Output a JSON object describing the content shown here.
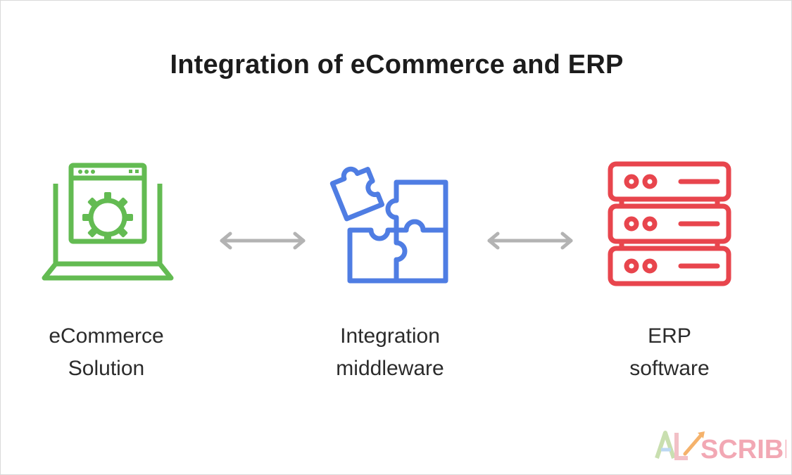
{
  "title": "Integration of eCommerce and ERP",
  "nodes": [
    {
      "id": "ecommerce",
      "label_line1": "eCommerce",
      "label_line2": "Solution",
      "icon": "laptop-gear-icon",
      "color": "#63bb52"
    },
    {
      "id": "middleware",
      "label_line1": "Integration",
      "label_line2": "middleware",
      "icon": "puzzle-icon",
      "color": "#4f7de3"
    },
    {
      "id": "erp",
      "label_line1": "ERP",
      "label_line2": "software",
      "icon": "server-stack-icon",
      "color": "#e8454d"
    }
  ],
  "connectors": [
    {
      "from": "ecommerce",
      "to": "middleware",
      "type": "bidirectional"
    },
    {
      "from": "middleware",
      "to": "erp",
      "type": "bidirectional"
    }
  ],
  "arrow_color": "#b3b3b3",
  "watermark": {
    "text": "ALLSCRIBE",
    "color": "#f09aa8"
  }
}
